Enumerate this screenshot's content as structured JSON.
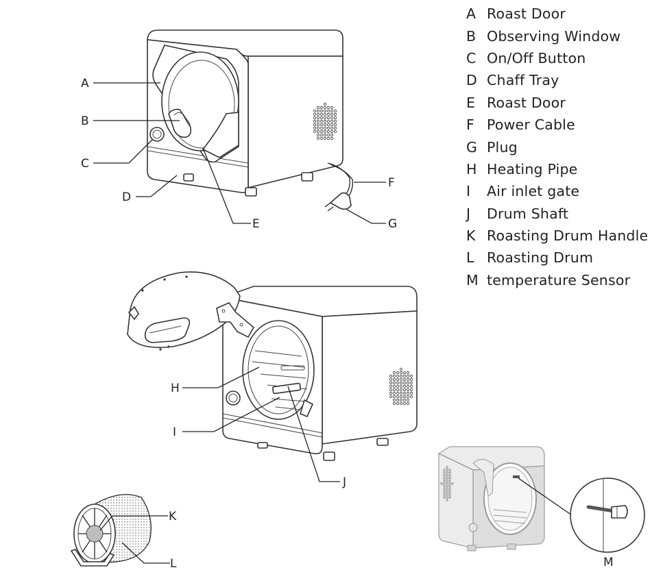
{
  "legend": [
    {
      "letter": "A",
      "text": "Roast Door"
    },
    {
      "letter": "B",
      "text": "Observing Window"
    },
    {
      "letter": "C",
      "text": "On/Off Button"
    },
    {
      "letter": "D",
      "text": "Chaff Tray"
    },
    {
      "letter": "E",
      "text": "Roast Door"
    },
    {
      "letter": "F",
      "text": "Power Cable"
    },
    {
      "letter": "G",
      "text": "Plug"
    },
    {
      "letter": "H",
      "text": "Heating Pipe"
    },
    {
      "letter": "I",
      "text": "Air inlet gate"
    },
    {
      "letter": "J",
      "text": "Drum Shaft"
    },
    {
      "letter": "K",
      "text": "Roasting Drum Handle"
    },
    {
      "letter": "L",
      "text": "Roasting Drum"
    },
    {
      "letter": "M",
      "text": "temperature Sensor"
    }
  ],
  "callouts": {
    "a": "A",
    "b": "B",
    "c": "C",
    "d": "D",
    "e": "E",
    "f": "F",
    "g": "G",
    "h": "H",
    "i": "I",
    "j": "J",
    "k": "K",
    "l": "L",
    "m": "M"
  }
}
